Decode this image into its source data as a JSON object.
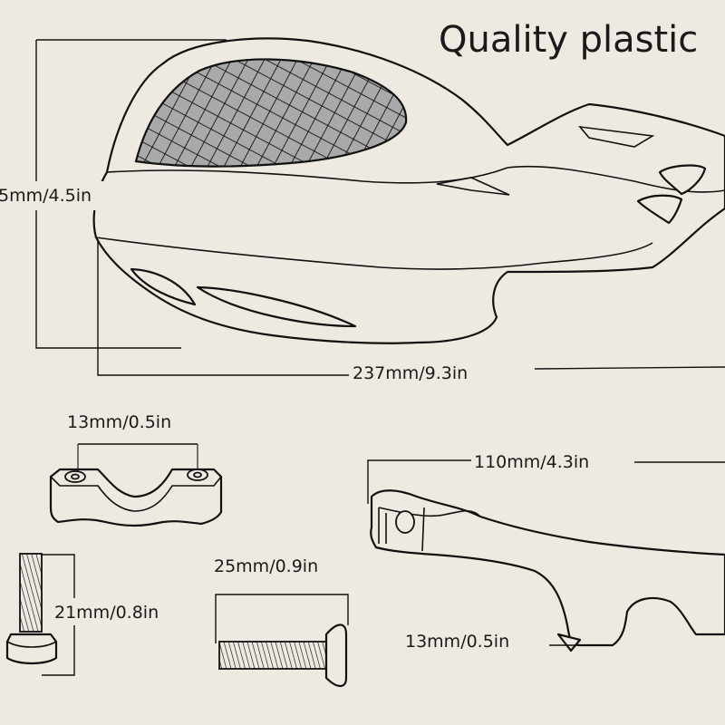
{
  "title": "Quality plastic",
  "labels": {
    "height": "5mm/4.5in",
    "length": "237mm/9.3in",
    "clamp_width": "13mm/0.5in",
    "bracket_length": "110mm/4.3in",
    "bolt_short": "21mm/0.8in",
    "bolt_long": "25mm/0.9in",
    "bracket_hole": "13mm/0.5in"
  },
  "colors": {
    "background": "#eeeae1",
    "line": "#111111",
    "mesh_fill": "#a8a8a8"
  }
}
